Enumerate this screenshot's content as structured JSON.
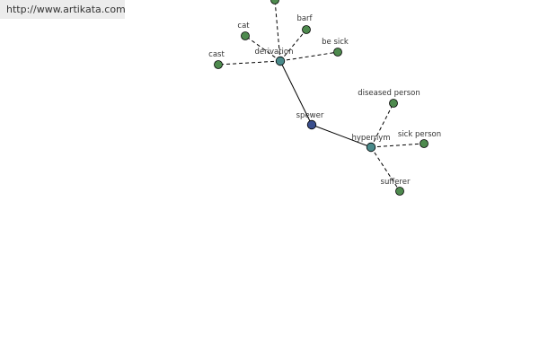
{
  "watermark": {
    "url": "http://www.artikata.com"
  },
  "graph": {
    "center": {
      "label": "spewer",
      "color": "#3a4e8c"
    },
    "hubs": [
      {
        "id": "derivation",
        "label": "derivation",
        "color": "#4a8a8a"
      },
      {
        "id": "hypernym",
        "label": "hypernym",
        "color": "#4a8a8a"
      }
    ],
    "leaf_color": "#4e8a4e",
    "leaves": [
      {
        "id": "top-offscreen",
        "label": "",
        "hub": "derivation"
      },
      {
        "id": "cat",
        "label": "cat",
        "hub": "derivation"
      },
      {
        "id": "barf",
        "label": "barf",
        "hub": "derivation"
      },
      {
        "id": "be-sick",
        "label": "be sick",
        "hub": "derivation"
      },
      {
        "id": "cast",
        "label": "cast",
        "hub": "derivation"
      },
      {
        "id": "diseased-person",
        "label": "diseased person",
        "hub": "hypernym"
      },
      {
        "id": "sick-person",
        "label": "sick person",
        "hub": "hypernym"
      },
      {
        "id": "sufferer",
        "label": "sufferer",
        "hub": "hypernym"
      }
    ]
  }
}
